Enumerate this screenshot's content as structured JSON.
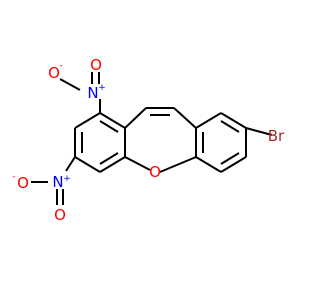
{
  "colors": {
    "background": "#ffffff",
    "bond": "#000000",
    "oxygen": "#ff0000",
    "nitrogen": "#0000ff",
    "bromine": "#a52a2a"
  },
  "atoms": {
    "bromine": "Br",
    "ring_oxygen": "O",
    "nitro_top_n": "N",
    "nitro_top_plus": "+",
    "nitro_top_o_single": "O",
    "nitro_top_minus": "-",
    "nitro_top_o_double": "O",
    "nitro_bottom_n": "N",
    "nitro_bottom_plus": "+",
    "nitro_bottom_o_single": "O",
    "nitro_bottom_minus": "-",
    "nitro_bottom_o_double": "O"
  }
}
